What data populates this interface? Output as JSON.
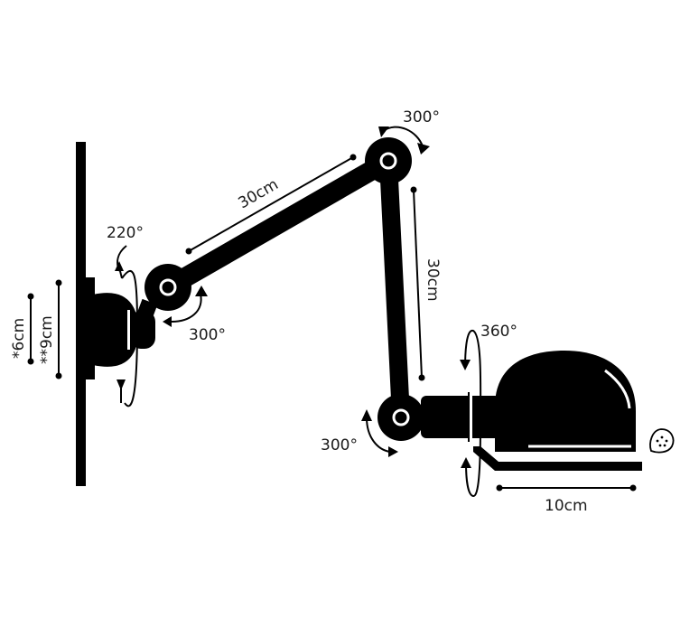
{
  "labels": {
    "arm_upper_length": "30cm",
    "arm_lower_length": "30cm",
    "shade_width": "10cm",
    "rotation_top_joint": "300°",
    "rotation_wall_joint_vertical": "220°",
    "rotation_wall_joint_arm": "300°",
    "rotation_lower_joint": "300°",
    "rotation_shade": "360°",
    "base_height_small": "*6cm",
    "base_height_large": "**9cm"
  },
  "icons": {
    "bulb": "bulb-symbol-icon"
  },
  "colors": {
    "ink": "#000000",
    "text": "#1a1a1a",
    "background": "#ffffff"
  }
}
